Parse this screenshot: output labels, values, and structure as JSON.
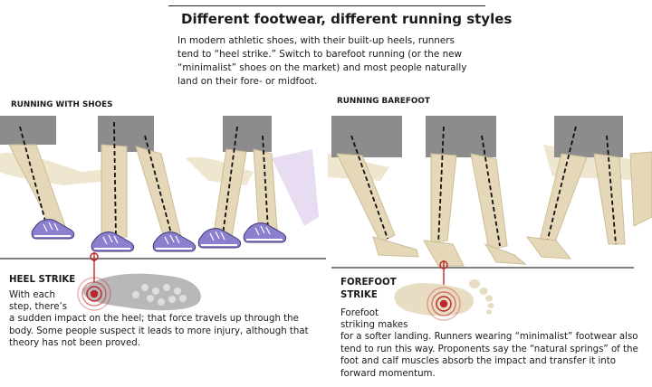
{
  "header": {
    "title": "Different footwear, different running styles",
    "intro": "In modern athletic shoes, with their built-up heels, runners tend to “heel strike.” Switch to barefoot running (or the new “minimalist” shoes on the market) and most people naturally land on their fore- or midfoot."
  },
  "left_panel": {
    "label": "RUNNING WITH SHOES",
    "strike_title": "HEEL STRIKE",
    "text_line1": "With each",
    "text_line2": "step, there’s",
    "text_rest": "a sudden impact on the heel; that force travels up through the body. Some people suspect it leads to more  injury, although that theory has not been proved."
  },
  "right_panel": {
    "label": "RUNNING BAREFOOT",
    "strike_title_1": "FOREFOOT",
    "strike_title_2": "STRIKE",
    "text_line1": "Forefoot",
    "text_line2": "striking makes",
    "text_rest": "for a softer landing. Runners wearing “minimalist” footwear also tend to run this way. Proponents say the “natural springs” of the foot and calf muscles absorb the impact and transfer it into forward momentum."
  },
  "colors": {
    "shorts": "#8c8c8c",
    "leg": "#e4d8b8",
    "leg_shadow": "#cdbd95",
    "shoe": "#8b7fcf",
    "impact": "#c0272d",
    "ground": "#333333"
  }
}
